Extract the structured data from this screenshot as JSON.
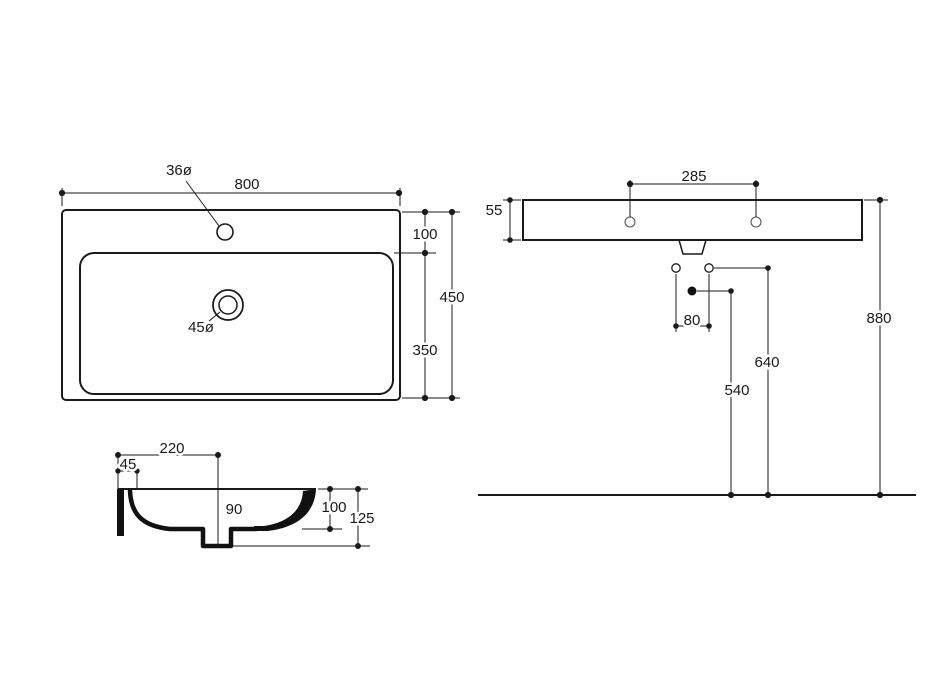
{
  "page": {
    "background": "#ffffff",
    "line_color": "#1a1a1a",
    "description": "Washbasin technical dimension drawing, three views"
  },
  "views": {
    "plan": {
      "labels": {
        "faucet_hole_diameter": "36ø",
        "overall_width": "800",
        "edge_to_bowl": "100",
        "overall_depth": "450",
        "bowl_to_front": "350",
        "drain_diameter": "45ø"
      }
    },
    "section": {
      "labels": {
        "drain_center_offset": "220",
        "back_ledge": "45",
        "bowl_depth": "90",
        "inner_height": "100",
        "overall_height": "125"
      }
    },
    "front": {
      "labels": {
        "hole_spacing": "285",
        "front_apron_height": "55",
        "fixing_hole_spacing": "80",
        "drain_trap_height": "540",
        "fixing_holes_height": "640",
        "rim_height": "880"
      }
    }
  }
}
